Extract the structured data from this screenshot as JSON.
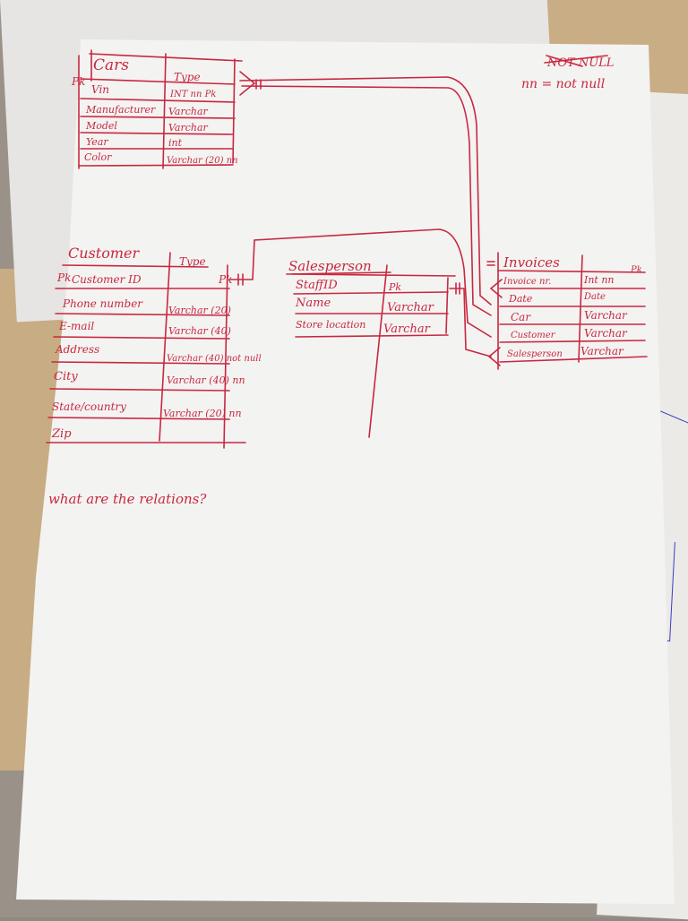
{
  "note": "nn = not null",
  "crossed_note": "NOT NULL",
  "question": "what are the relations?",
  "colors": {
    "ink": "#c8283f",
    "paper": "#f3f3f2"
  },
  "cars": {
    "title": "Cars",
    "type_header": "Type",
    "pk_marker": "Pk",
    "rows": [
      {
        "name": "Vin",
        "type": "INT nn Pk"
      },
      {
        "name": "Manufacturer",
        "type": "Varchar"
      },
      {
        "name": "Model",
        "type": "Varchar"
      },
      {
        "name": "Year",
        "type": "int"
      },
      {
        "name": "Color",
        "type": "Varchar (20) nn"
      }
    ]
  },
  "customer": {
    "title": "Customer",
    "type_header": "Type",
    "pk_marker": "Pk",
    "pk_suffix": "Pk",
    "rows": [
      {
        "name": "Customer ID",
        "type": ""
      },
      {
        "name": "Phone number",
        "type": "Varchar (20)"
      },
      {
        "name": "E-mail",
        "type": "Varchar (40)"
      },
      {
        "name": "Address",
        "type": "Varchar (40) not null"
      },
      {
        "name": "City",
        "type": "Varchar (40) nn"
      },
      {
        "name": "State/country",
        "type": "Varchar (20) nn"
      },
      {
        "name": "Zip",
        "type": ""
      }
    ]
  },
  "salesperson": {
    "title": "Salesperson",
    "rows": [
      {
        "name": "StaffID",
        "type": "Pk"
      },
      {
        "name": "Name",
        "type": "Varchar"
      },
      {
        "name": "Store location",
        "type": "Varchar"
      }
    ]
  },
  "invoices": {
    "title": "Invoices",
    "pk_marker": "Pk",
    "rows": [
      {
        "name": "Invoice nr.",
        "type": "Int nn"
      },
      {
        "name": "Date",
        "type": "Date"
      },
      {
        "name": "Car",
        "type": "Varchar"
      },
      {
        "name": "Customer",
        "type": "Varchar"
      },
      {
        "name": "Salesperson",
        "type": "Varchar"
      }
    ]
  }
}
